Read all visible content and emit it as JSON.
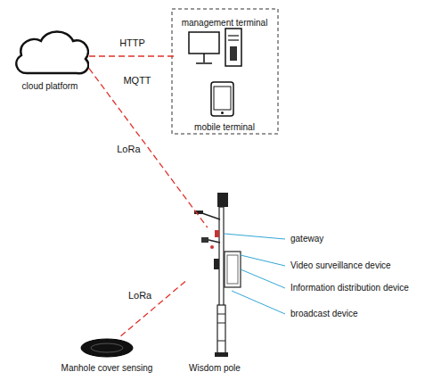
{
  "diagram": {
    "nodes": [
      {
        "text": [
          "cloud platform"
        ]
      },
      {
        "text": [
          "management terminal"
        ]
      },
      {
        "text": [
          "mobile terminal"
        ]
      },
      {
        "text": [
          "Wisdom pole"
        ]
      },
      {
        "text": [
          "Manhole cover sensing"
        ]
      }
    ],
    "edges": [
      {
        "from": 0,
        "to": 1,
        "arrow": "none",
        "label": "HTTP"
      },
      {
        "from": 0,
        "to": 3,
        "arrow": "none",
        "label": "LoRa"
      },
      {
        "from": 3,
        "to": 4,
        "arrow": "none",
        "label": "LoRa"
      }
    ],
    "labels": [
      "MQTT",
      "gateway",
      "Video surveillance device",
      "Information distribution device",
      "broadcast device"
    ]
  }
}
